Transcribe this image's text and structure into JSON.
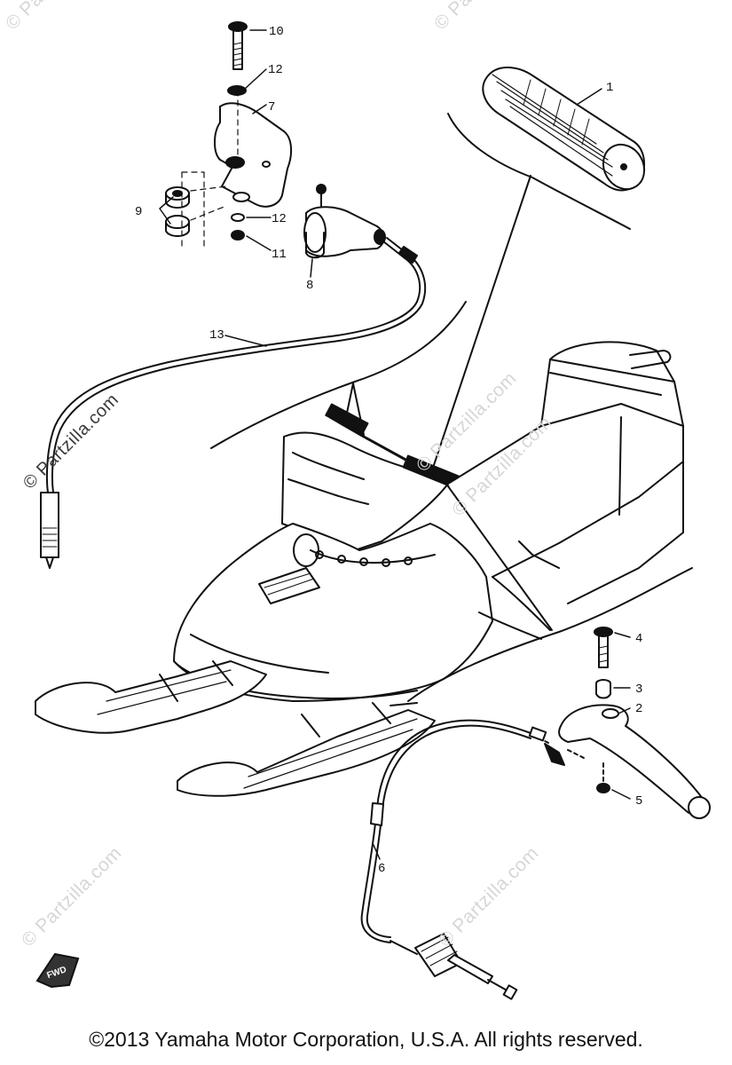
{
  "diagram": {
    "callouts": [
      {
        "id": "c1",
        "label": "1"
      },
      {
        "id": "c2",
        "label": "2"
      },
      {
        "id": "c3",
        "label": "3"
      },
      {
        "id": "c4",
        "label": "4"
      },
      {
        "id": "c5",
        "label": "5"
      },
      {
        "id": "c6",
        "label": "6"
      },
      {
        "id": "c7",
        "label": "7"
      },
      {
        "id": "c8",
        "label": "8"
      },
      {
        "id": "c9",
        "label": "9"
      },
      {
        "id": "c10",
        "label": "10"
      },
      {
        "id": "c11",
        "label": "11"
      },
      {
        "id": "c12a",
        "label": "12"
      },
      {
        "id": "c12b",
        "label": "12"
      },
      {
        "id": "c13",
        "label": "13"
      }
    ],
    "fwd_badge": "FWD"
  },
  "watermark": {
    "text": "© Partzilla.com"
  },
  "footer": {
    "copyright": "©2013  Yamaha Motor Corporation, U.S.A. All rights reserved."
  }
}
